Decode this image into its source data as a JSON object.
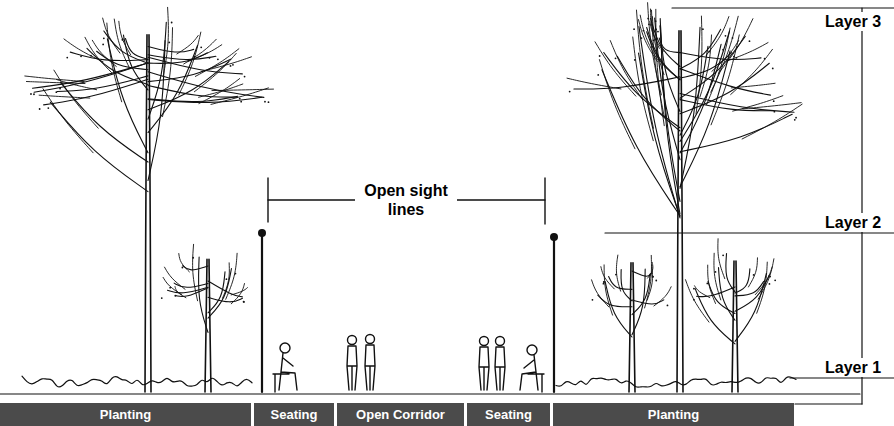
{
  "diagram": {
    "nodes": [
      {
        "text": [
          "Planting"
        ]
      },
      {
        "text": [
          "Seating"
        ]
      },
      {
        "text": [
          "Open Corridor"
        ]
      },
      {
        "text": [
          "Seating"
        ]
      },
      {
        "text": [
          "Planting"
        ]
      }
    ],
    "edges": [],
    "labels": [
      "Open sight lines",
      "Layer 3",
      "Layer 2",
      "Layer 1"
    ]
  }
}
